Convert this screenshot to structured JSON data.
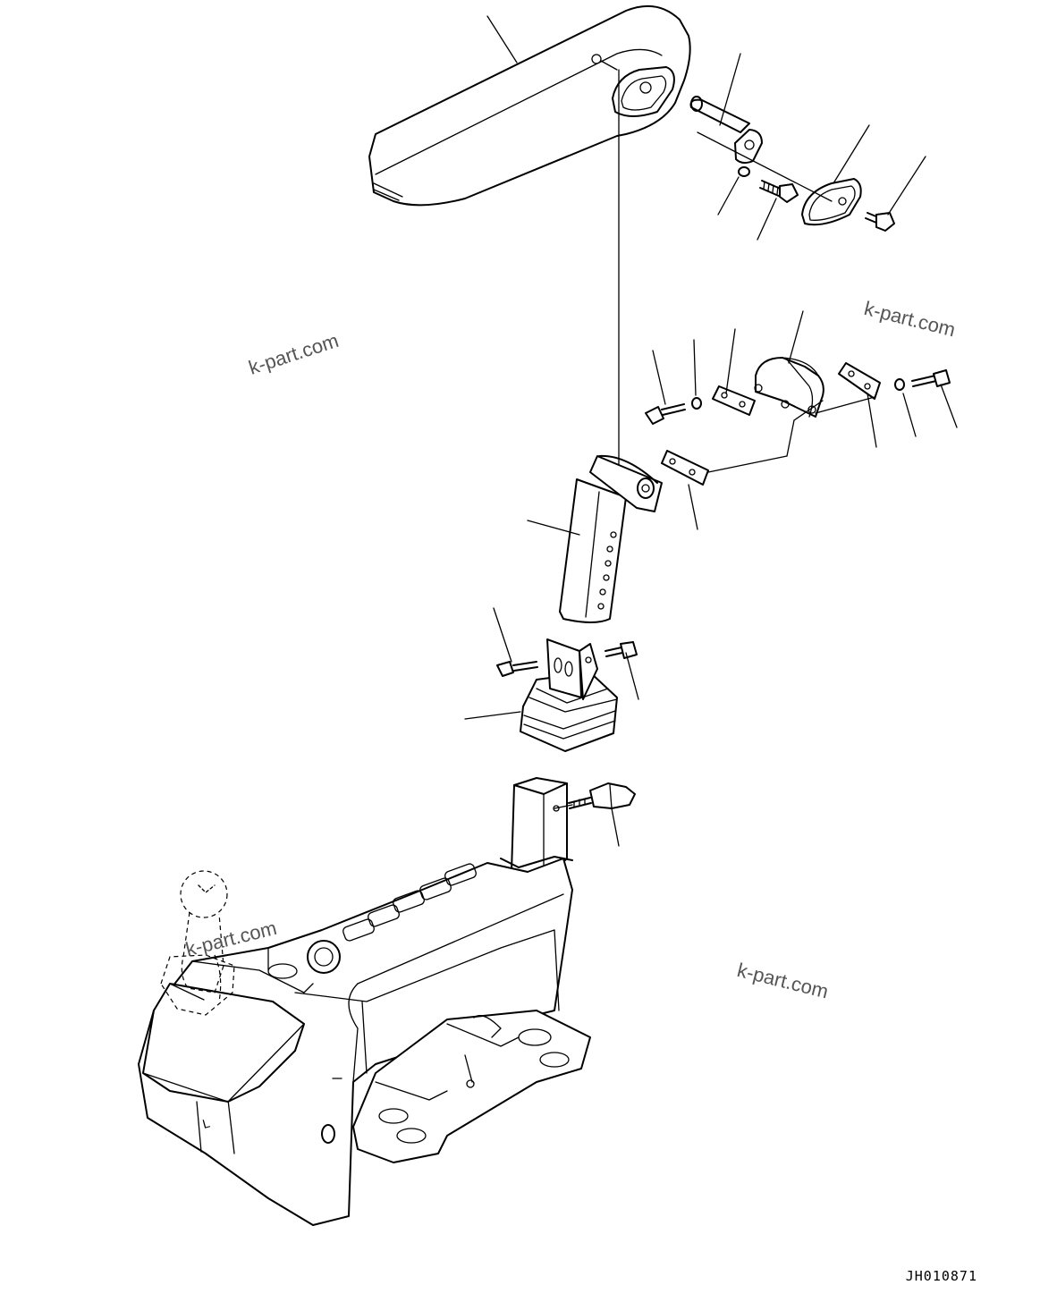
{
  "watermark": {
    "text": "k-part.com"
  },
  "drawing_code": "JH010871",
  "colors": {
    "line": "#000000",
    "background": "#ffffff",
    "watermark": "#555555"
  },
  "parts": [
    {
      "name": "armrest"
    },
    {
      "name": "pin"
    },
    {
      "name": "washer"
    },
    {
      "name": "bolt"
    },
    {
      "name": "cover"
    },
    {
      "name": "screw"
    },
    {
      "name": "bracket"
    },
    {
      "name": "plate"
    },
    {
      "name": "bracket-arm"
    },
    {
      "name": "bellows-mount"
    },
    {
      "name": "console-post"
    },
    {
      "name": "console-box"
    },
    {
      "name": "control-lever"
    }
  ]
}
